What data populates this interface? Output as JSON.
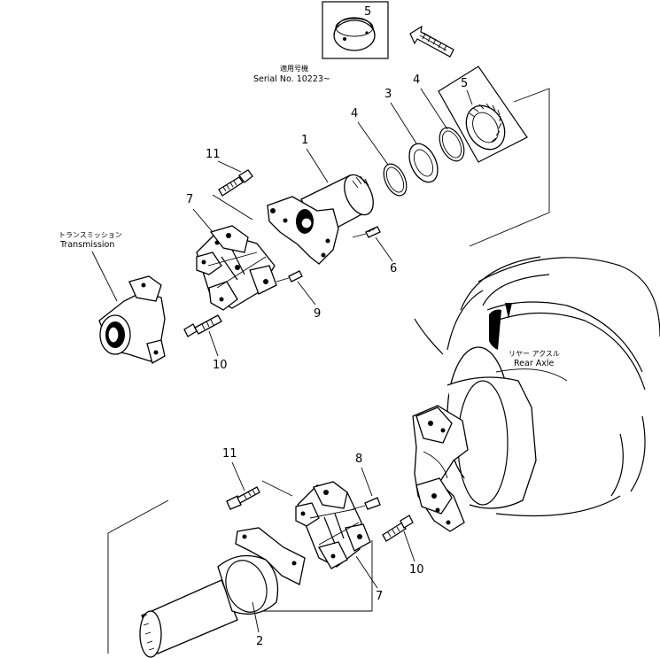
{
  "serial": {
    "jp": "適用号機",
    "text": "Serial No. 10223~"
  },
  "transmission": {
    "jp": "トランスミッション",
    "en": "Transmission"
  },
  "rear_axle": {
    "jp": "リヤー アクスル",
    "en": "Rear Axle"
  },
  "callouts": {
    "c1": "1",
    "c2": "2",
    "c3": "3",
    "c4a": "4",
    "c4b": "4",
    "c5a": "5",
    "c5b": "5",
    "c6": "6",
    "c7a": "7",
    "c7b": "7",
    "c8": "8",
    "c9": "9",
    "c10a": "10",
    "c10b": "10",
    "c11a": "11",
    "c11b": "11"
  },
  "icons": [
    "arrow-icon",
    "bearing-icon",
    "snap-ring-icon",
    "spacer-ring-icon",
    "yoke-icon",
    "spider-cross-icon",
    "bolt-icon",
    "grease-fitting-icon",
    "spline-shaft-icon",
    "tire-icon"
  ]
}
